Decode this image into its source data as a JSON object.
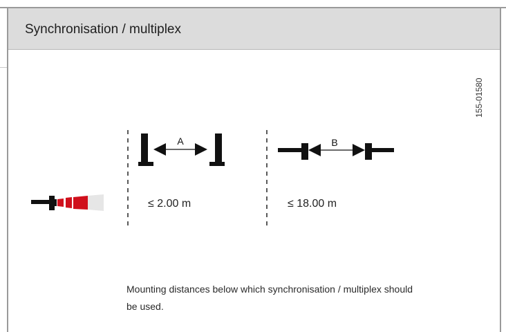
{
  "header": {
    "title": "Synchronisation / multiplex"
  },
  "document_id": "155-01580",
  "diagram": {
    "colors": {
      "sensor_body": "#111111",
      "beam_red": "#d0101c",
      "beam_fade": "#e6e6e6"
    },
    "configurations": [
      {
        "letter": "A",
        "distance_label": "≤ 2.00 m",
        "orientation": "side-by-side"
      },
      {
        "letter": "B",
        "distance_label": "≤ 18.00 m",
        "orientation": "facing"
      }
    ]
  },
  "caption": "Mounting distances below which synchronisation / multiplex should be used."
}
